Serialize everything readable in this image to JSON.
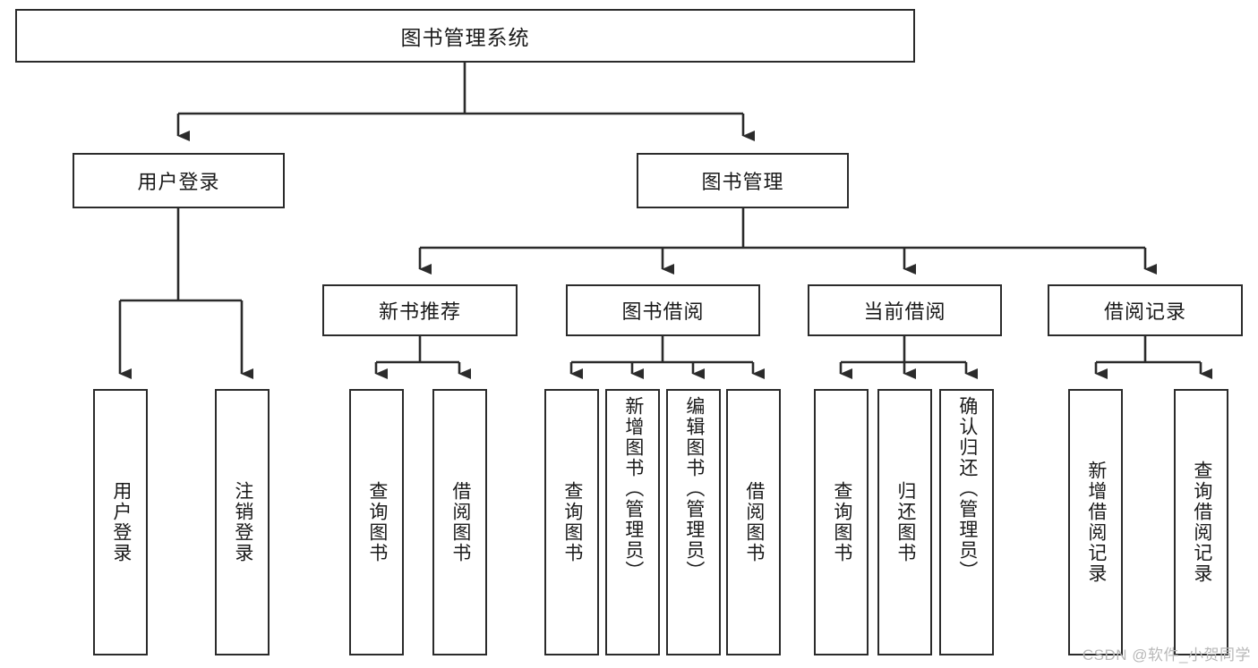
{
  "diagram": {
    "type": "tree-hierarchy",
    "title": "图书管理系统",
    "watermark": "CSDN @软件_小贺同学",
    "colors": {
      "stroke": "#2b2b2b",
      "fill": "#ffffff",
      "text": "#1a1a1a",
      "watermark": "#b8b8b8"
    },
    "levels": {
      "root": {
        "id": "root",
        "label": "图书管理系统",
        "orientation": "horizontal"
      },
      "level2": [
        {
          "id": "user-login",
          "label": "用户登录",
          "orientation": "horizontal"
        },
        {
          "id": "book-manage",
          "label": "图书管理",
          "orientation": "horizontal"
        }
      ],
      "level3": [
        {
          "id": "new-book-rec",
          "label": "新书推荐",
          "orientation": "horizontal",
          "parent": "book-manage"
        },
        {
          "id": "book-borrow",
          "label": "图书借阅",
          "orientation": "horizontal",
          "parent": "book-manage"
        },
        {
          "id": "current-borrow",
          "label": "当前借阅",
          "orientation": "horizontal",
          "parent": "book-manage"
        },
        {
          "id": "borrow-record",
          "label": "借阅记录",
          "orientation": "horizontal",
          "parent": "book-manage"
        }
      ],
      "leaves": [
        {
          "id": "leaf-user-login",
          "label": "用户登录",
          "parent": "user-login"
        },
        {
          "id": "leaf-user-logout",
          "label": "注销登录",
          "parent": "user-login"
        },
        {
          "id": "leaf-query-book-1",
          "label": "查询图书",
          "parent": "new-book-rec"
        },
        {
          "id": "leaf-borrow-book-1",
          "label": "借阅图书",
          "parent": "new-book-rec"
        },
        {
          "id": "leaf-query-book-2",
          "label": "查询图书",
          "parent": "book-borrow"
        },
        {
          "id": "leaf-add-book",
          "label": "新增图书（管理员）",
          "parent": "book-borrow"
        },
        {
          "id": "leaf-edit-book",
          "label": "编辑图书（管理员）",
          "parent": "book-borrow"
        },
        {
          "id": "leaf-borrow-book-2",
          "label": "借阅图书",
          "parent": "book-borrow"
        },
        {
          "id": "leaf-query-book-3",
          "label": "查询图书",
          "parent": "current-borrow"
        },
        {
          "id": "leaf-return-book",
          "label": "归还图书",
          "parent": "current-borrow"
        },
        {
          "id": "leaf-confirm-return",
          "label": "确认归还（管理员）",
          "parent": "current-borrow"
        },
        {
          "id": "leaf-add-record",
          "label": "新增借阅记录",
          "parent": "borrow-record"
        },
        {
          "id": "leaf-query-record",
          "label": "查询借阅记录",
          "parent": "borrow-record"
        }
      ]
    }
  }
}
